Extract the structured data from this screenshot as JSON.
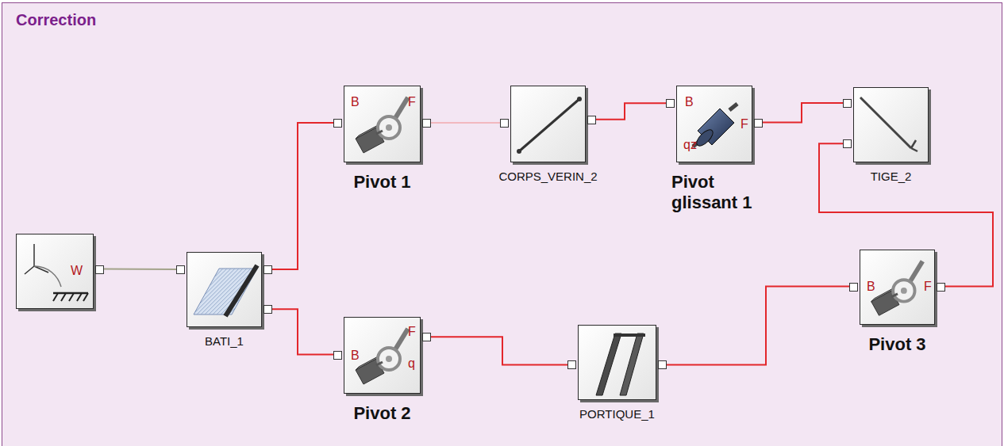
{
  "diagram": {
    "title": "Correction",
    "nodes": [
      {
        "text": [
          "W"
        ]
      },
      {
        "text": [
          "BATI_1"
        ]
      },
      {
        "text": [
          "Pivot 1",
          "B",
          "F"
        ]
      },
      {
        "text": [
          "CORPS_VERIN_2"
        ]
      },
      {
        "text": [
          "Pivot glissant 1",
          "B",
          "F",
          "qz"
        ]
      },
      {
        "text": [
          "TIGE_2"
        ]
      },
      {
        "text": [
          "Pivot 3",
          "B",
          "F"
        ]
      },
      {
        "text": [
          "Pivot 2",
          "B",
          "F",
          "q"
        ]
      },
      {
        "text": [
          "PORTIQUE_1"
        ]
      }
    ],
    "edges": [
      {
        "from": 0,
        "to": 1,
        "arrow": "none"
      },
      {
        "from": 1,
        "to": 2,
        "arrow": "none"
      },
      {
        "from": 2,
        "to": 3,
        "arrow": "none"
      },
      {
        "from": 3,
        "to": 4,
        "arrow": "none"
      },
      {
        "from": 4,
        "to": 5,
        "arrow": "none"
      },
      {
        "from": 6,
        "to": 5,
        "arrow": "none"
      },
      {
        "from": 1,
        "to": 7,
        "arrow": "none"
      },
      {
        "from": 7,
        "to": 8,
        "arrow": "none"
      },
      {
        "from": 8,
        "to": 6,
        "arrow": "none"
      }
    ]
  }
}
